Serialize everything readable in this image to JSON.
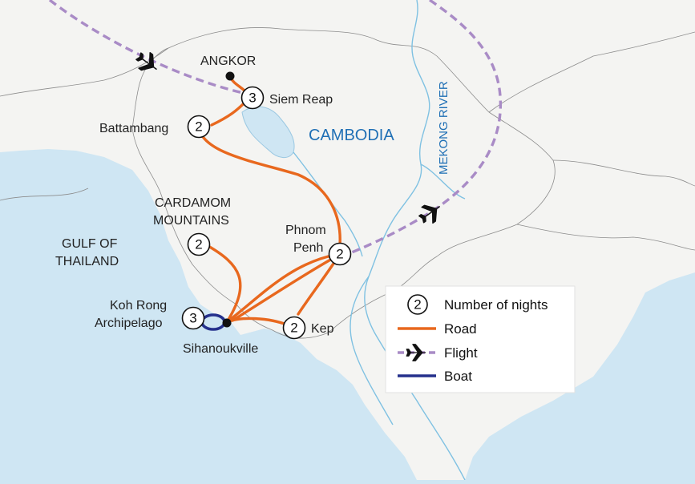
{
  "map": {
    "colors": {
      "sea": "#cfe6f3",
      "land": "#f4f4f2",
      "road": "#e8681e",
      "flight": "#a98bc6",
      "boat": "#25308c",
      "country_label": "#1f6fb5",
      "river_label": "#1f6fb5"
    },
    "country_label": "CAMBODIA",
    "river_label": "MEKONG RIVER",
    "sea_label": [
      "GULF OF",
      "THAILAND"
    ],
    "region_label": [
      "CARDAMOM",
      "MOUNTAINS"
    ],
    "places": {
      "angkor": "ANGKOR",
      "siem_reap": "Siem Reap",
      "battambang": "Battambang",
      "phnom_penh": [
        "Phnom",
        "Penh"
      ],
      "koh_rong": [
        "Koh Rong",
        "Archipelago"
      ],
      "sihanoukville": "Sihanoukville",
      "kep": "Kep"
    },
    "nights": {
      "siem_reap": "3",
      "battambang": "2",
      "cardamom": "2",
      "phnom_penh": "2",
      "koh_rong": "3",
      "kep": "2"
    }
  },
  "legend": {
    "nights_symbol": "2",
    "nights": "Number of nights",
    "road": "Road",
    "flight": "Flight",
    "boat": "Boat"
  }
}
